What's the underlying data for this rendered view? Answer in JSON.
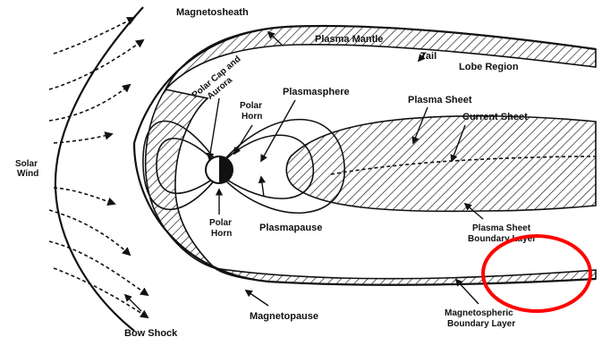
{
  "labels": {
    "magnetosheath": "Magnetosheath",
    "plasma_mantle": "Plasma Mantle",
    "tail": "Tail",
    "lobe_region": "Lobe Region",
    "polar_cap_line1": "Polar Cap and",
    "polar_cap_line2": "Aurora",
    "plasmasphere": "Plasmasphere",
    "polar_horn_top_1": "Polar",
    "polar_horn_top_2": "Horn",
    "plasma_sheet": "Plasma Sheet",
    "current_sheet": "Current Sheet",
    "solar_wind_1": "Solar",
    "solar_wind_2": "Wind",
    "polar_horn_bottom_1": "Polar",
    "polar_horn_bottom_2": "Horn",
    "plasmapause": "Plasmapause",
    "psbl_1": "Plasma Sheet",
    "psbl_2": "Boundary Layer",
    "msbl_1": "Magnetospheric",
    "msbl_2": "Boundary Layer",
    "bow_shock": "Bow Shock",
    "magnetopause": "Magnetopause"
  },
  "highlight_color": "#ff0000"
}
